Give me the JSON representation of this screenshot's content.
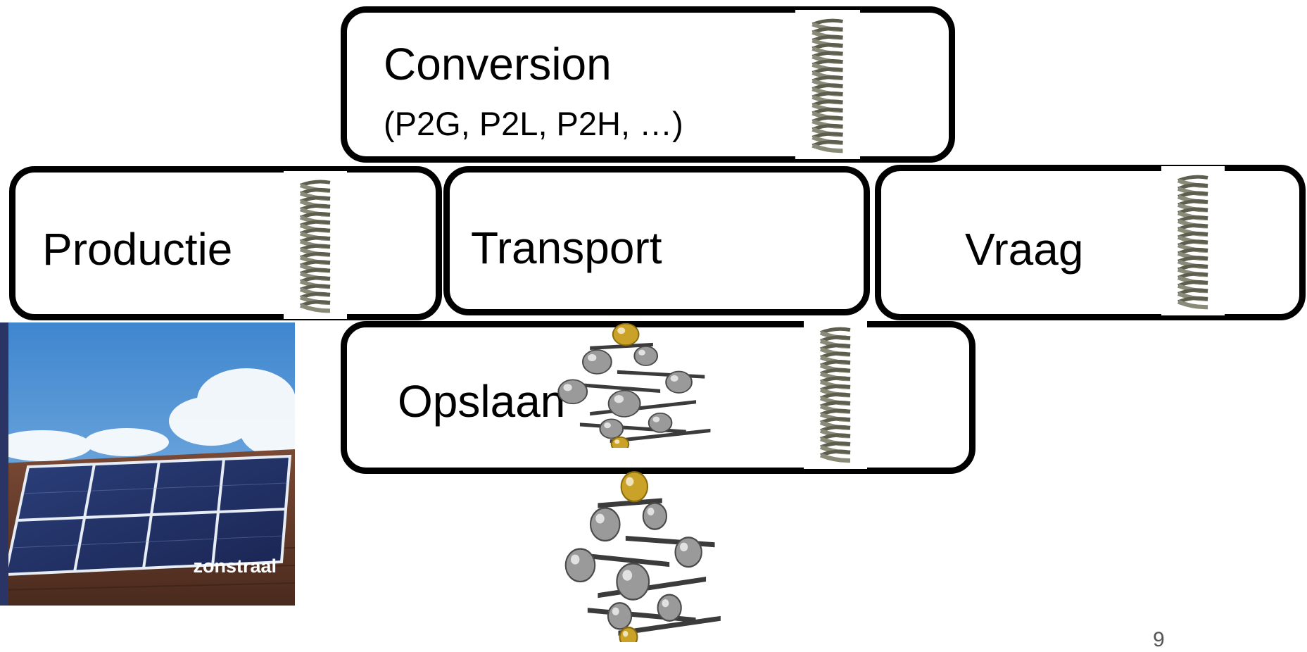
{
  "conversion": {
    "title": "Conversion",
    "subtitle": "(P2G, P2L, P2H, …)"
  },
  "productie": {
    "title": "Productie"
  },
  "transport": {
    "title": "Transport"
  },
  "vraag": {
    "title": "Vraag"
  },
  "opslaan": {
    "title": "Opslaan"
  },
  "photo": {
    "caption": "zonstraal"
  },
  "page_number": "9",
  "colors": {
    "box_border": "#000000",
    "spring": "#8a8a78",
    "gold": "#c9a227"
  }
}
